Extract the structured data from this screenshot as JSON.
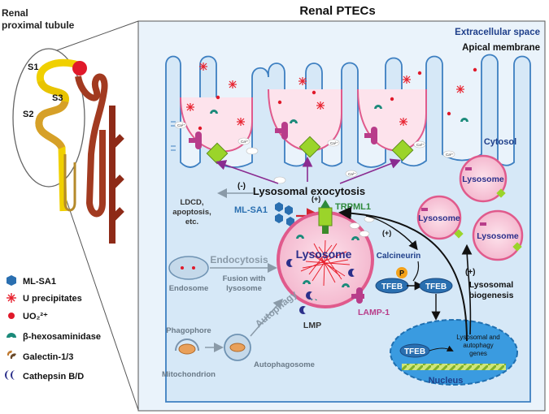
{
  "left_panel": {
    "title_line1": "Renal",
    "title_line2": "proximal tubule",
    "segments": [
      "S1",
      "S2",
      "S3"
    ]
  },
  "main_title": "Renal PTECs",
  "labels": {
    "extracellular_space": "Extracellular space",
    "apical_membrane": "Apical membrane",
    "cytosol": "Cytosol",
    "lysosomal_exocytosis": "Lysosomal exocytosis",
    "plus": "(+)",
    "minus": "(-)",
    "ldcd_line1": "LDCD,",
    "ldcd_line2": "apoptosis,",
    "ldcd_line3": "etc.",
    "ml_sa1": "ML-SA1",
    "trpml1": "TRPML1",
    "lysosome": "Lysosome",
    "lamp1": "LAMP-1",
    "lmp": "LMP",
    "calcineurin": "Calcineurin",
    "p": "P",
    "tfeb": "TFEB",
    "lysosomal_biogenesis_line1": "Lysosomal",
    "lysosomal_biogenesis_line2": "biogenesis",
    "endosome": "Endosome",
    "endocytosis": "Endocytosis",
    "fusion_line1": "Fusion with",
    "fusion_line2": "lysosome",
    "autophagy": "Autophagy",
    "phagophore": "Phagophore",
    "mitochondrion": "Mitochondrion",
    "autophagosome": "Autophagosome",
    "nucleus": "Nucleus",
    "genes_line1": "Lysosomal and",
    "genes_line2": "autophagy",
    "genes_line3": "genes",
    "ca": "Ca²⁺"
  },
  "legend": [
    {
      "label": "ML-SA1",
      "icon": "hexagon-icon"
    },
    {
      "label": "U precipitates",
      "icon": "asterisk-icon"
    },
    {
      "label": "UO₂²⁺",
      "icon": "dot-icon"
    },
    {
      "label": "β-hexosaminidase",
      "icon": "crescent-icon"
    },
    {
      "label": "Galectin-1/3",
      "icon": "double-crescent-icon"
    },
    {
      "label": "Cathepsin B/D",
      "icon": "moon-icon"
    }
  ],
  "colors": {
    "cell": "#d6e8f7",
    "membrane": "#3d7fc1",
    "lysosome_fill": "#f4c6d6",
    "lysosome_border": "#e05a8c",
    "precipitate": "#e8222f",
    "tfeb": "#2a6fb0",
    "nucleus": "#3a9be0",
    "green_channel": "#9bd42a",
    "arrow_purple": "#8a2b90",
    "title_blue": "#1f3f8a",
    "gray_text": "#8a9aa8"
  }
}
